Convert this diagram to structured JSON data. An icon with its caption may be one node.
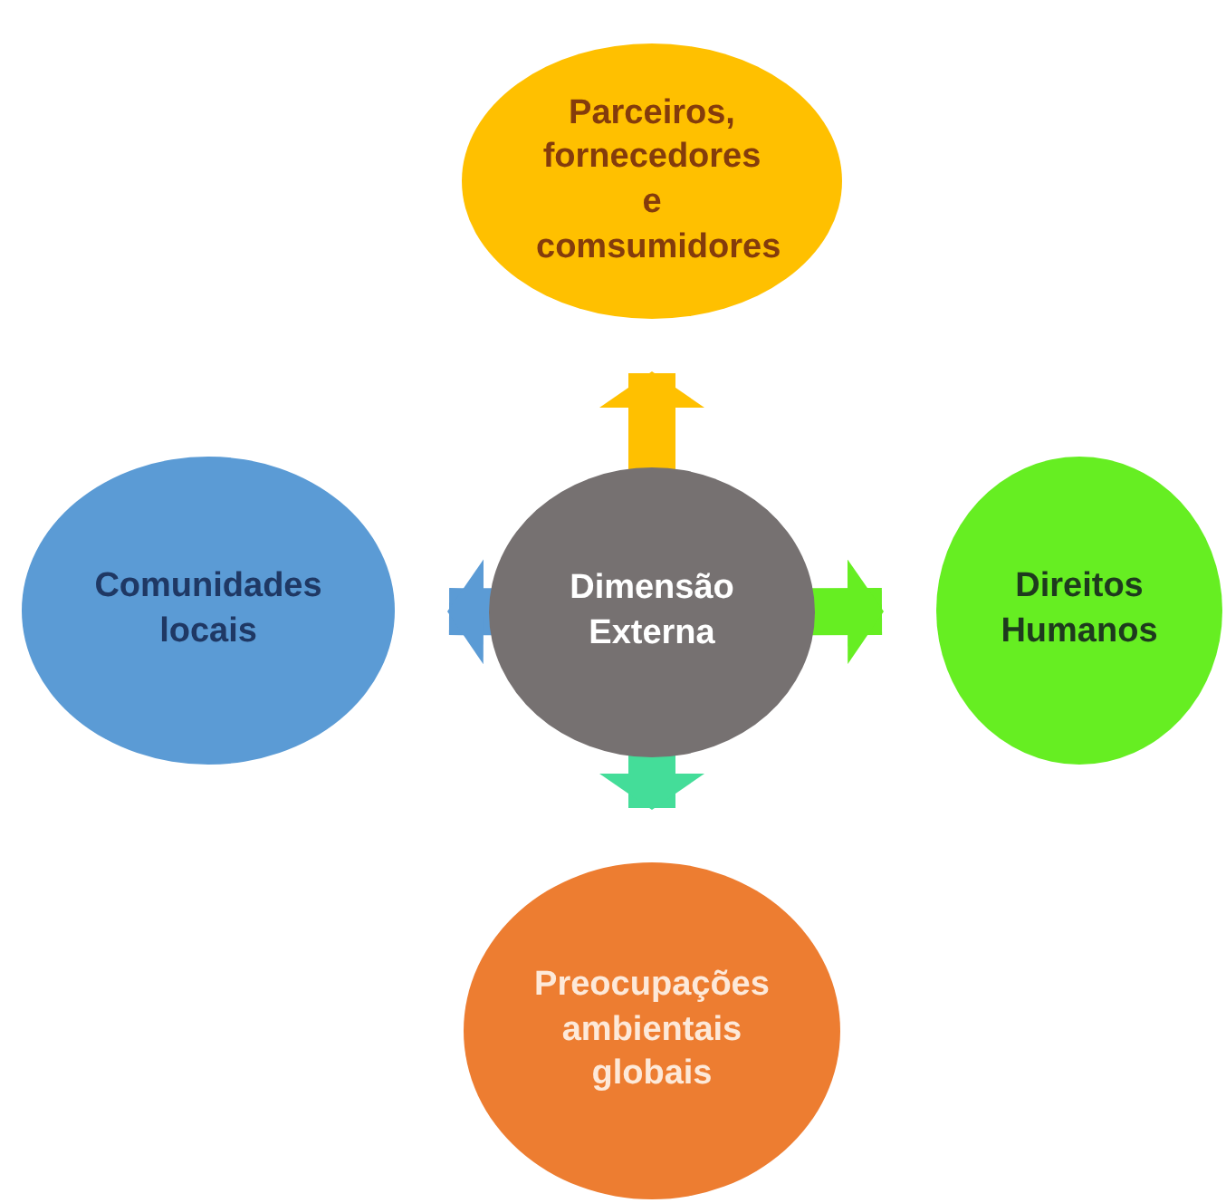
{
  "diagram": {
    "nodes": [
      {
        "text": [
          "Dimensão Externa"
        ]
      },
      {
        "text": [
          "Parceiros, fornecedores e comsumidores"
        ]
      },
      {
        "text": [
          "Comunidades locais"
        ]
      },
      {
        "text": [
          "Direitos Humanos"
        ]
      },
      {
        "text": [
          "Preocupações ambientais globais"
        ]
      }
    ],
    "edges": [
      {
        "from": 0,
        "to": 1,
        "arrow": "to",
        "color": "#ffc000"
      },
      {
        "from": 0,
        "to": 2,
        "arrow": "to",
        "color": "#5b9bd5"
      },
      {
        "from": 0,
        "to": 3,
        "arrow": "to",
        "color": "#66ee22"
      },
      {
        "from": 0,
        "to": 4,
        "arrow": "to",
        "color": "#44dd99"
      }
    ]
  }
}
